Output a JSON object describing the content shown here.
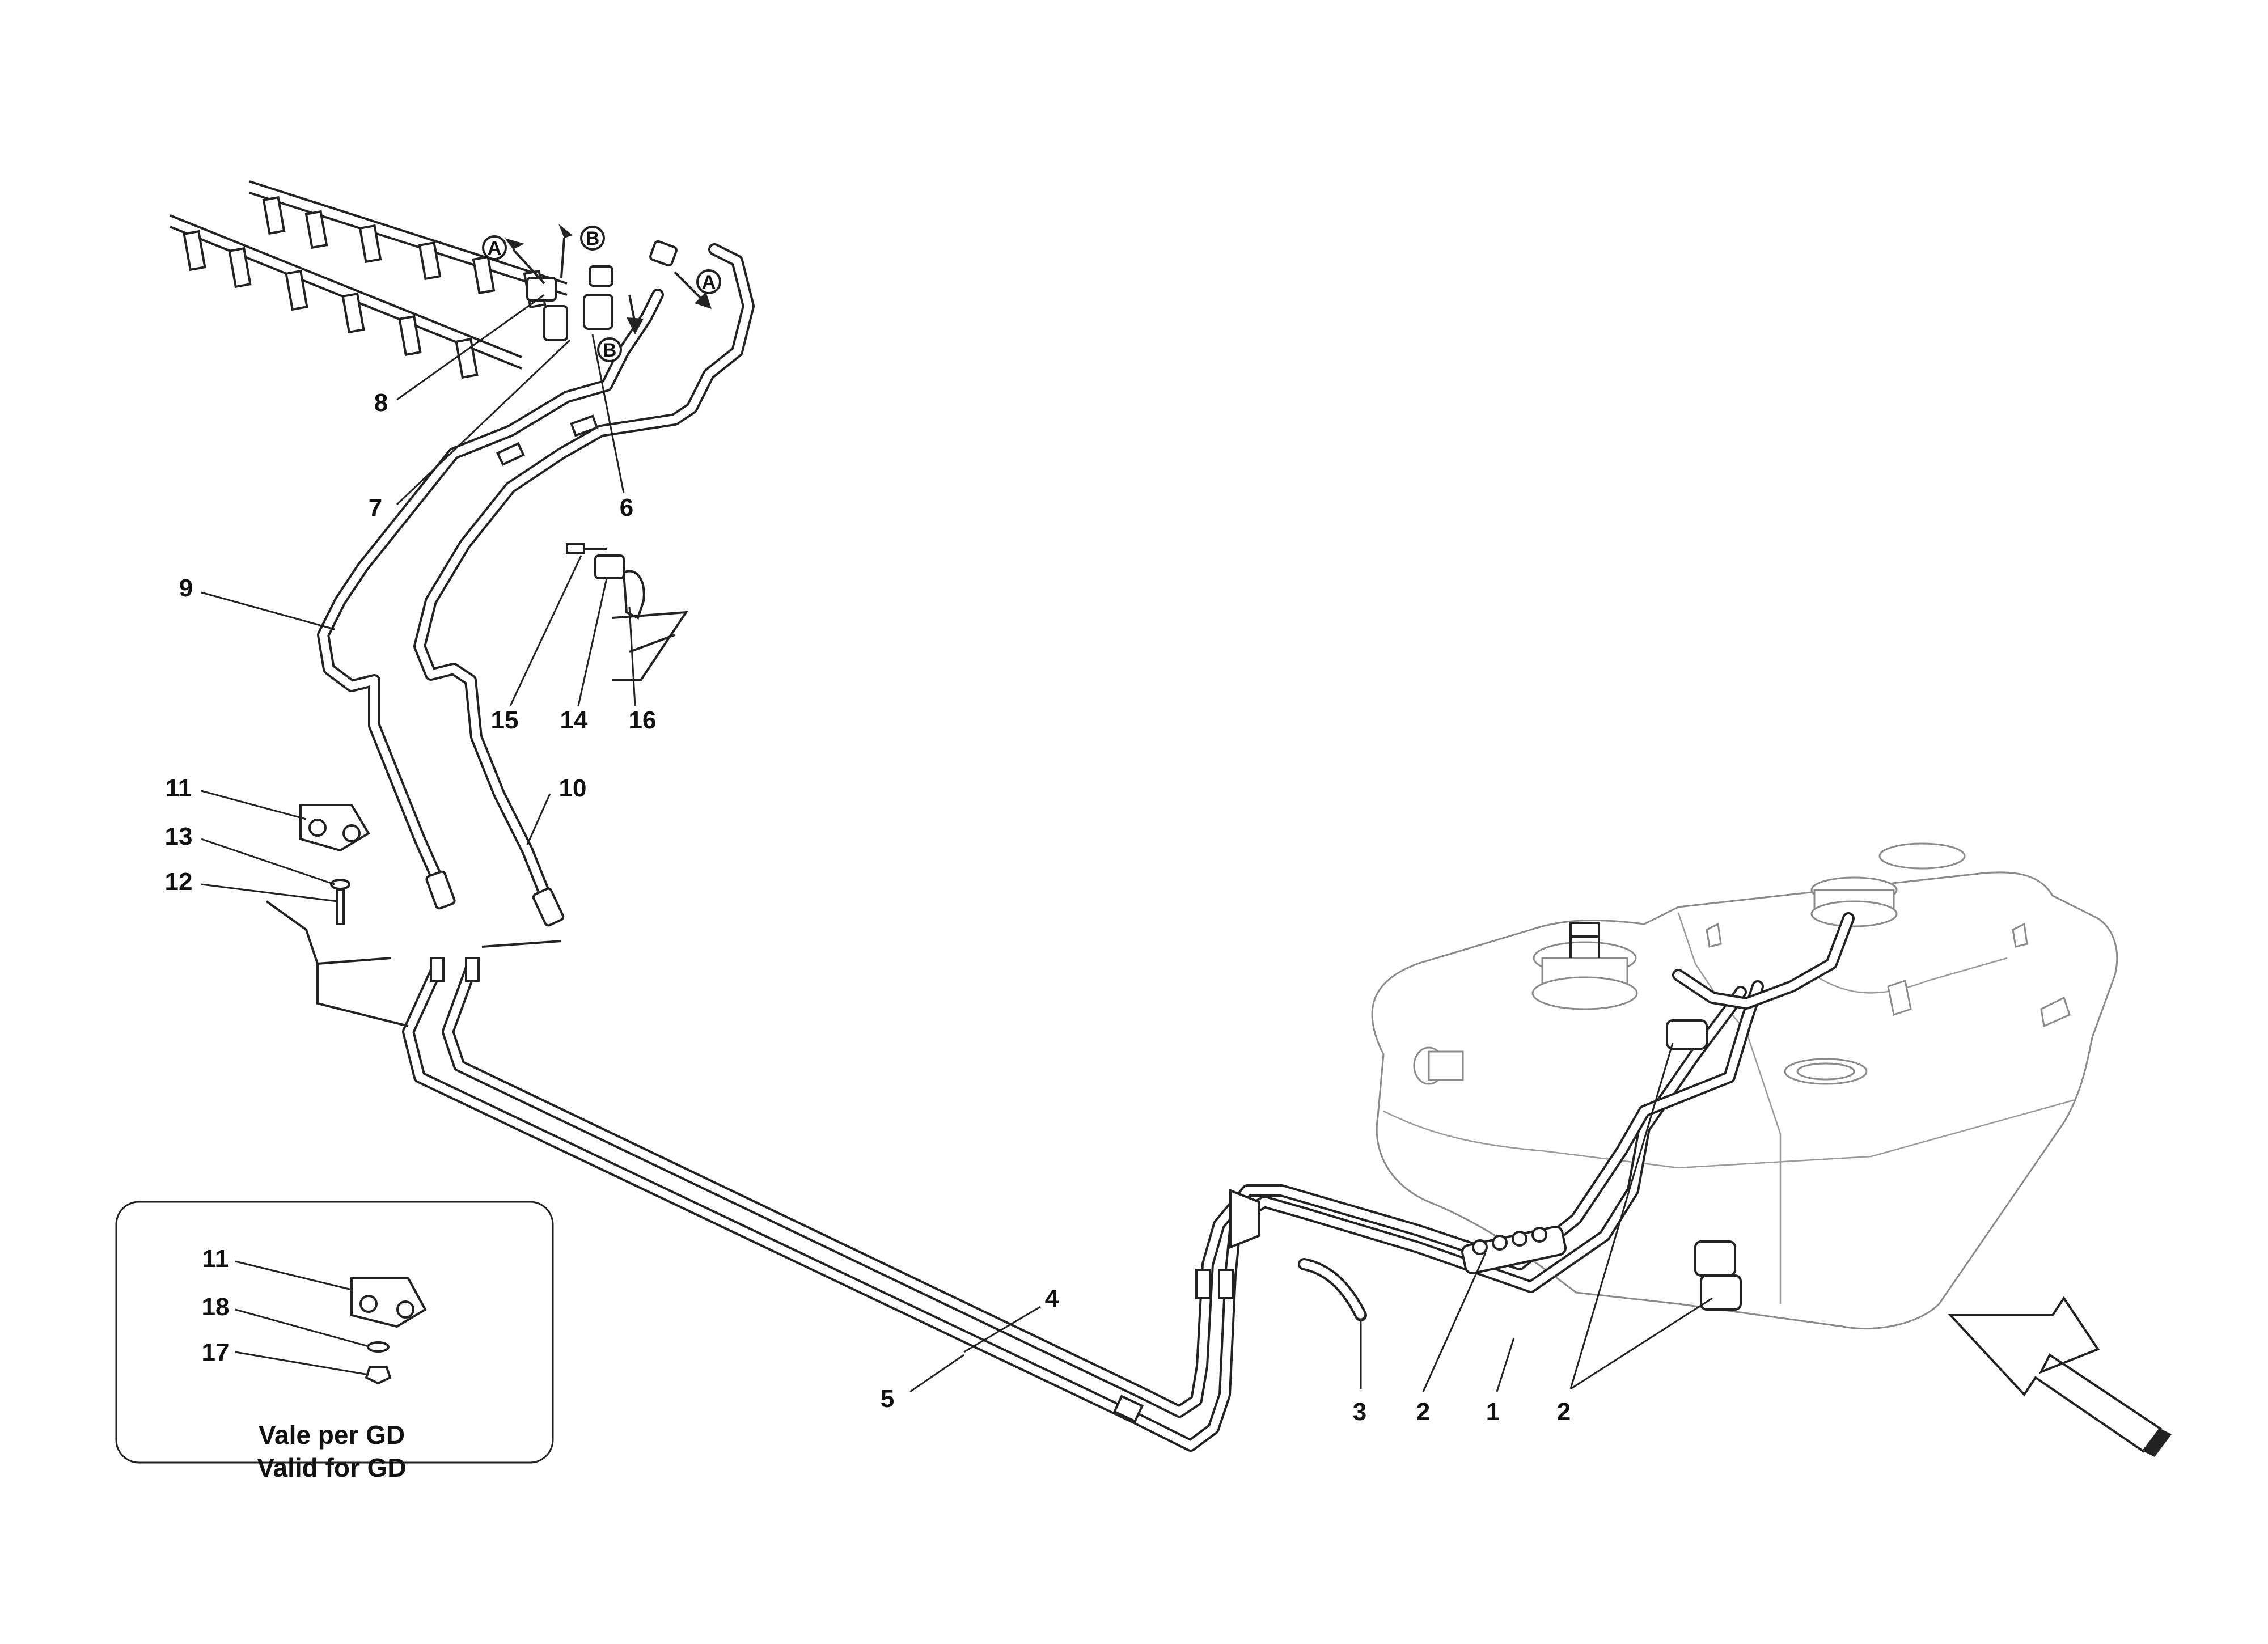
{
  "diagram": {
    "callouts": [
      {
        "id": "c8",
        "label": "8"
      },
      {
        "id": "c7",
        "label": "7"
      },
      {
        "id": "c6",
        "label": "6"
      },
      {
        "id": "c9",
        "label": "9"
      },
      {
        "id": "c15",
        "label": "15"
      },
      {
        "id": "c14",
        "label": "14"
      },
      {
        "id": "c16",
        "label": "16"
      },
      {
        "id": "c11a",
        "label": "11"
      },
      {
        "id": "c13",
        "label": "13"
      },
      {
        "id": "c12",
        "label": "12"
      },
      {
        "id": "c10",
        "label": "10"
      },
      {
        "id": "c4",
        "label": "4"
      },
      {
        "id": "c5",
        "label": "5"
      },
      {
        "id": "c3",
        "label": "3"
      },
      {
        "id": "c2a",
        "label": "2"
      },
      {
        "id": "c1",
        "label": "1"
      },
      {
        "id": "c2b",
        "label": "2"
      },
      {
        "id": "c11b",
        "label": "11"
      },
      {
        "id": "c18",
        "label": "18"
      },
      {
        "id": "c17",
        "label": "17"
      }
    ],
    "connection_markers": [
      {
        "id": "mA1",
        "letter": "A"
      },
      {
        "id": "mB1",
        "letter": "B"
      },
      {
        "id": "mB2",
        "letter": "B"
      },
      {
        "id": "mA2",
        "letter": "A"
      }
    ],
    "inset_note": {
      "line1": "Vale per GD",
      "line2": "Valid for GD"
    }
  }
}
